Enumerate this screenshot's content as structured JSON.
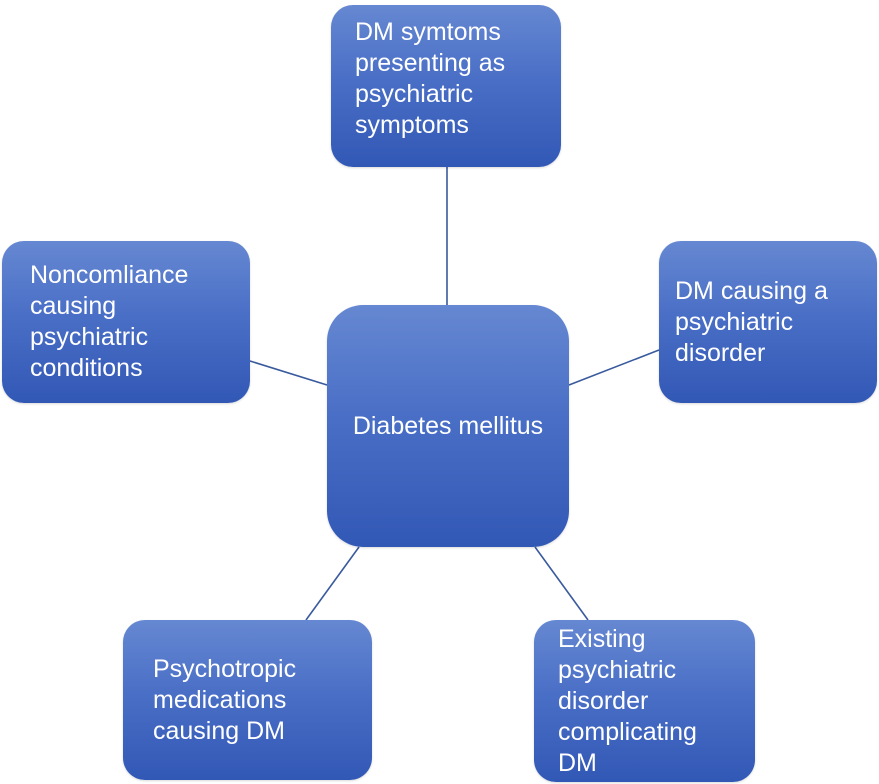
{
  "diagram": {
    "center": "Diabetes mellitus",
    "top": "DM symtoms presenting as psychiatric symptoms",
    "left": "Noncomliance causing psychiatric conditions",
    "right": "DM causing a psychiatric disorder",
    "bottom_left": "Psychotropic medications causing DM",
    "bottom_right": "Existing psychiatric disorder complicating DM"
  },
  "colors": {
    "node_fill_top": "#6688d2",
    "node_fill_bottom": "#3258b6",
    "connector": "#3a5a9e",
    "text": "#ffffff"
  }
}
